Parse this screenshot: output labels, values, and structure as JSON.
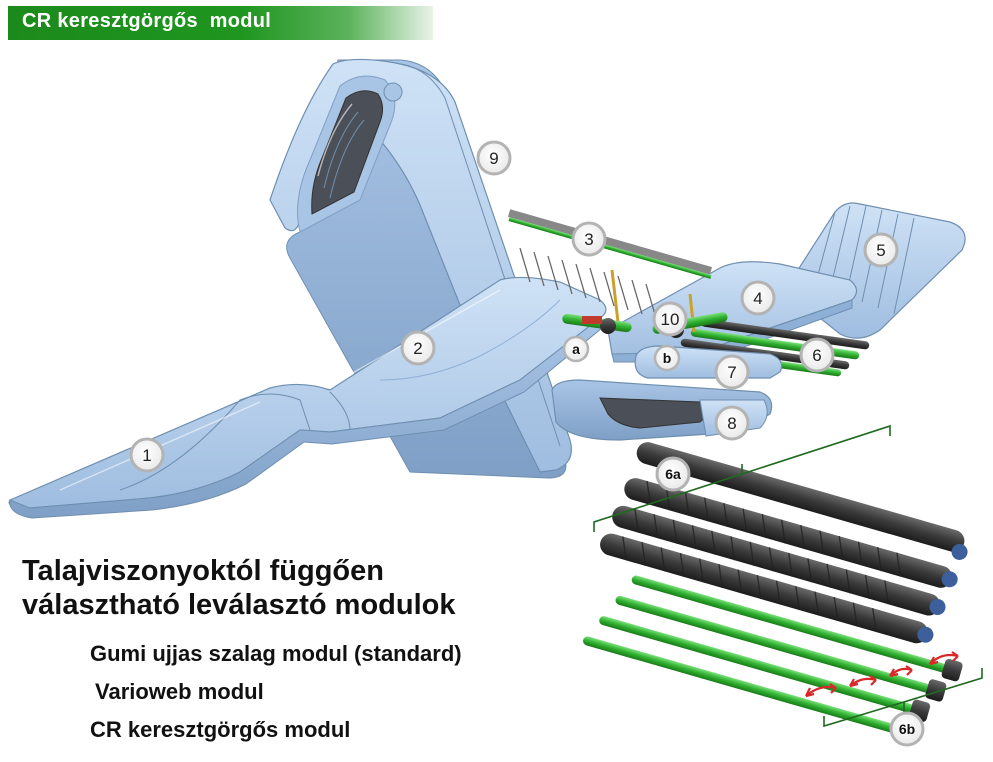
{
  "header": {
    "title": "CR keresztgörgős  modul"
  },
  "callouts": {
    "c1": "1",
    "c2": "2",
    "c3": "3",
    "c4": "4",
    "c5": "5",
    "c6": "6",
    "c7": "7",
    "c8": "8",
    "c9": "9",
    "c10": "10",
    "ca": "a",
    "cb": "b",
    "c6a": "6a",
    "c6b": "6b"
  },
  "caption": {
    "line1": "Talajviszonyoktól függően",
    "line2": "választható leválasztó modulok"
  },
  "modules": [
    "Gumi ujjas szalag modul (standard)",
    "Varioweb modul",
    "CR keresztgörgős modul"
  ],
  "colors": {
    "belt": "#b9d3ee",
    "belt_edge": "#6f8fb0",
    "roller_green": "#33b533",
    "roller_dark": "#3b3b3b",
    "header_green": "#1f961f",
    "arrow_red": "#d8282a"
  }
}
